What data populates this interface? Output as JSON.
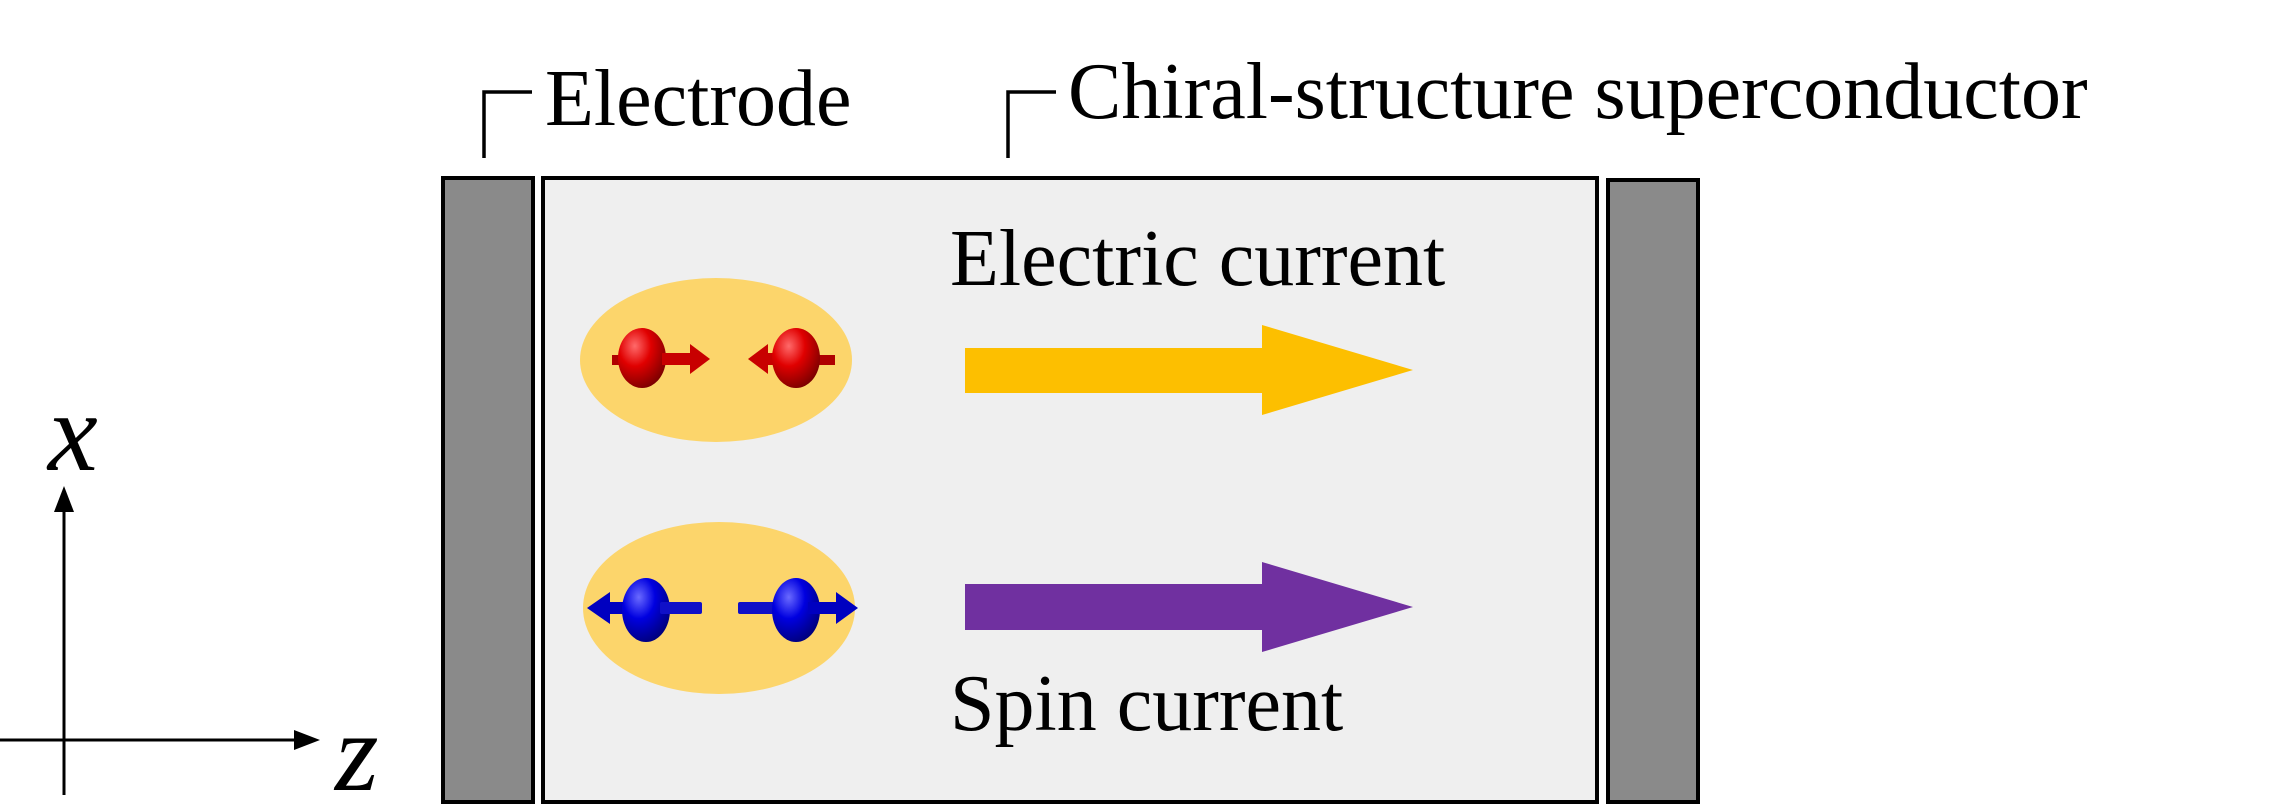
{
  "labels": {
    "electrode": "Electrode",
    "superconductor": "Chiral-structure superconductor",
    "electric_current": "Electric current",
    "spin_current": "Spin current"
  },
  "axes": {
    "vertical": "x",
    "horizontal": "z"
  },
  "colors": {
    "electrode": "#8a8a8a",
    "superconductor_fill": "#efefef",
    "pair_halo": "#fcd56b",
    "electric_current_arrow": "#fdbf00",
    "spin_current_arrow": "#7030a0",
    "spin_up_pair": "#d40000",
    "spin_down_pair": "#0000d0"
  },
  "icons": {
    "electric_pair": "red-spin-pair-icon",
    "spin_pair": "blue-spin-pair-icon"
  }
}
